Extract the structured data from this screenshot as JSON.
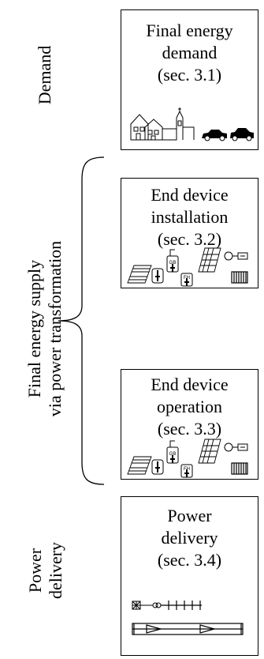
{
  "side_labels": {
    "demand": "Demand",
    "supply_line1": "Final energy supply",
    "supply_line2": "via power transformation",
    "delivery_line1": "Power",
    "delivery_line2": "delivery"
  },
  "boxes": {
    "final_energy_demand": {
      "line1": "Final energy",
      "line2": "demand",
      "line3": "(sec. 3.1)"
    },
    "end_device_installation": {
      "line1": "End device",
      "line2": "installation",
      "line3": "(sec. 3.2)"
    },
    "end_device_operation": {
      "line1": "End device",
      "line2": "operation",
      "line3": "(sec. 3.3)"
    },
    "power_delivery": {
      "line1": "Power",
      "line2": "delivery",
      "line3": "(sec. 3.4)"
    }
  },
  "icon_labels": {
    "gas_boiler": "GB",
    "fuel_heater": "FH"
  },
  "colors": {
    "line": "#000000",
    "background": "#ffffff"
  }
}
